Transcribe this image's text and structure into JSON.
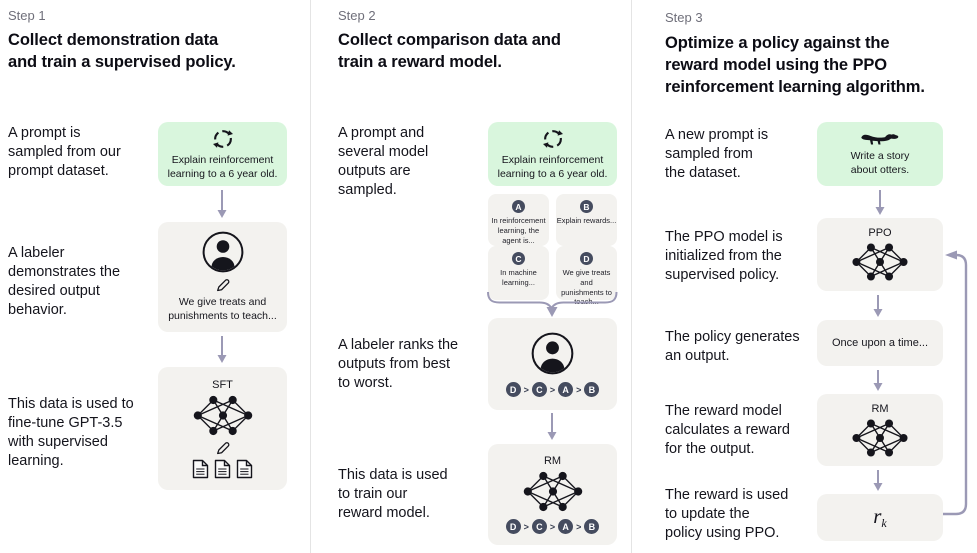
{
  "colors": {
    "prompt_box_bg": "#d9f6dd",
    "panel_bg": "#f3f2ef",
    "arrow": "#9b99b5",
    "badge_bg": "#454c5f",
    "step_label": "#6f6f7a",
    "divider": "#e4e4e4",
    "text": "#14141c"
  },
  "columns": [
    {
      "step": "Step 1",
      "heading": "Collect demonstration data\nand train a supervised policy.",
      "captions": [
        "A prompt is\nsampled from our\nprompt dataset.",
        "A labeler\ndemonstrates the\ndesired output\nbehavior.",
        "This data is used to\nfine-tune GPT-3.5\nwith supervised\nlearning."
      ],
      "prompt_box": {
        "icon": "cycle-icon",
        "text": "Explain reinforcement\nlearning to a 6 year old."
      },
      "labeler_box": {
        "icons": [
          "person-icon",
          "pencil-icon"
        ],
        "text": "We give treats and\npunishments to teach..."
      },
      "sft_box": {
        "label": "SFT",
        "icons": [
          "neural-net-icon",
          "pencil-icon",
          "document-icon"
        ]
      }
    },
    {
      "step": "Step 2",
      "heading": "Collect comparison data and\ntrain a reward model.",
      "captions": [
        "A prompt and\nseveral model\noutputs are\nsampled.",
        "A labeler ranks the\noutputs from best\nto worst.",
        "This data is used\nto train our\nreward model."
      ],
      "prompt_box": {
        "icon": "cycle-icon",
        "text": "Explain reinforcement\nlearning to a 6 year old."
      },
      "outputs": [
        {
          "label": "A",
          "text": "In reinforcement\nlearning, the\nagent is..."
        },
        {
          "label": "B",
          "text": "Explain rewards..."
        },
        {
          "label": "C",
          "text": "In machine\nlearning..."
        },
        {
          "label": "D",
          "text": "We give treats and\npunishments to\nteach..."
        }
      ],
      "ranking": [
        "D",
        "C",
        "A",
        "B"
      ],
      "rank_separator": ">",
      "labeler_box": {
        "icons": [
          "person-icon"
        ]
      },
      "rm_box": {
        "label": "RM",
        "icons": [
          "neural-net-icon"
        ]
      }
    },
    {
      "step": "Step 3",
      "heading": "Optimize a policy against the\nreward model using the PPO\nreinforcement learning algorithm.",
      "captions": [
        "A new prompt is\nsampled from\nthe dataset.",
        "The PPO model is\ninitialized from the\nsupervised policy.",
        "The policy generates\nan output.",
        "The reward model\ncalculates a reward\nfor the output.",
        "The reward is used\nto update the\npolicy using PPO."
      ],
      "prompt_box": {
        "icon": "otter-icon",
        "text": "Write a story\nabout otters."
      },
      "ppo_box": {
        "label": "PPO",
        "icons": [
          "neural-net-icon"
        ]
      },
      "output_box": {
        "text": "Once upon a time..."
      },
      "rm_box": {
        "label": "RM",
        "icons": [
          "neural-net-icon"
        ]
      },
      "reward_box": {
        "base": "r",
        "sub": "k"
      }
    }
  ]
}
